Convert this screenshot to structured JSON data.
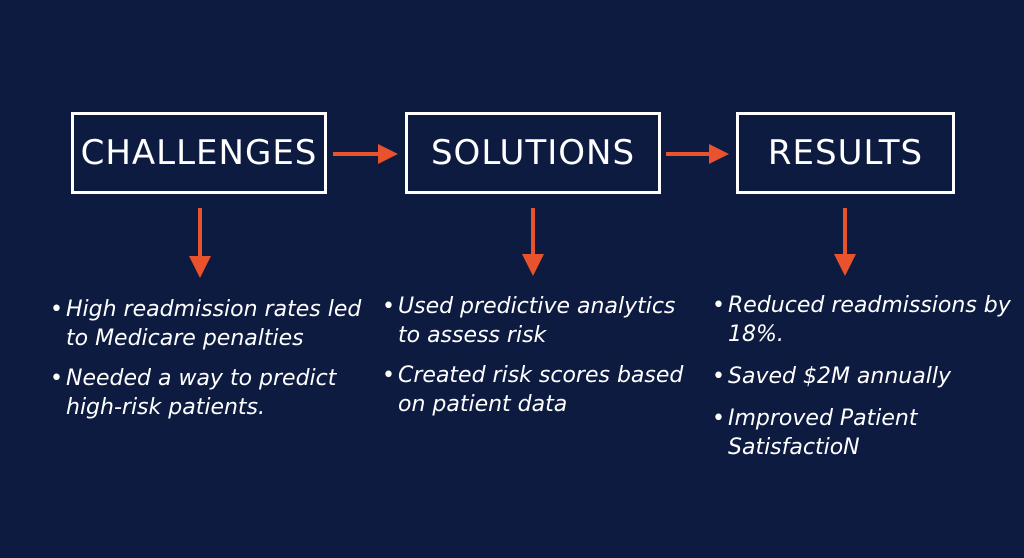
{
  "colors": {
    "background": "#0e1b41",
    "text": "#ffffff",
    "arrow": "#e8532d"
  },
  "stages": [
    {
      "title": "CHALLENGES",
      "bullets": [
        "High readmission rates led to Medicare penalties",
        "Needed a way to predict high-risk patients."
      ]
    },
    {
      "title": "SOLUTIONS",
      "bullets": [
        "Used predictive analytics to assess risk",
        "Created risk scores based on patient data"
      ]
    },
    {
      "title": "RESULTS",
      "bullets": [
        "Reduced readmissions by 18%.",
        "Saved $2M annually",
        "Improved Patient SatisfactioN"
      ]
    }
  ],
  "bullet_glyph": "•"
}
